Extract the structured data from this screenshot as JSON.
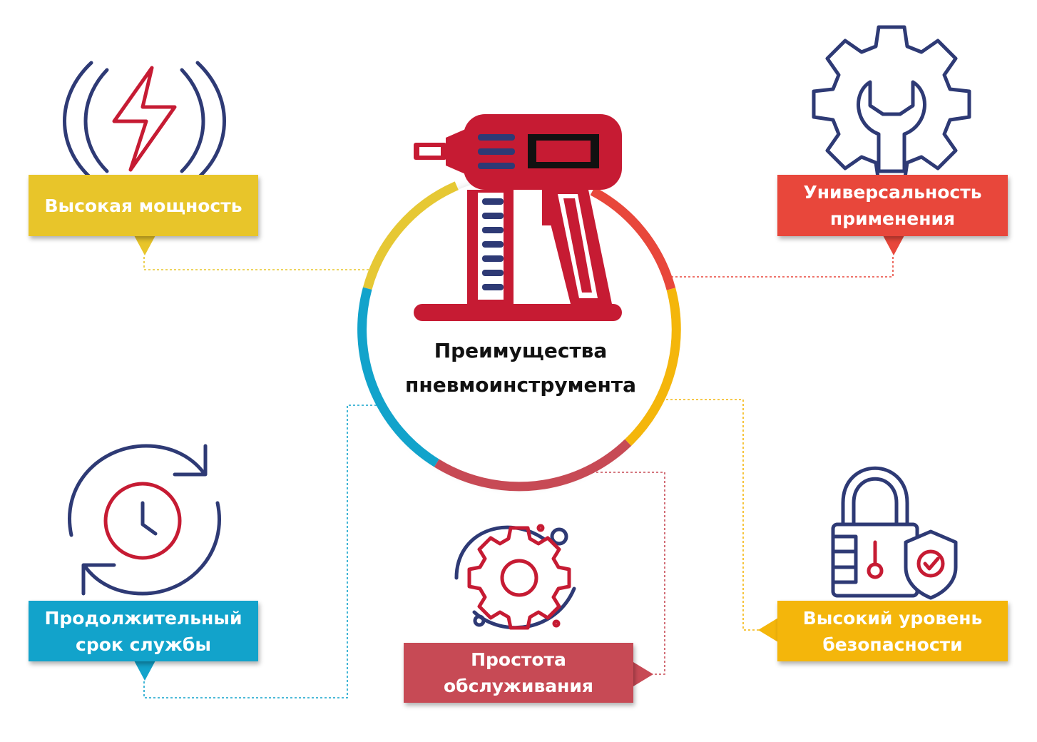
{
  "center": {
    "title": "Преимущества\nпневмоинструмента",
    "icon": "pneumatic-drill-icon"
  },
  "benefits": [
    {
      "id": "power",
      "label": "Высокая мощность",
      "icon": "lightning-vibration-icon",
      "color": "#E8C52A"
    },
    {
      "id": "versatility",
      "label": "Универсальность\nприменения",
      "icon": "gear-wrench-icon",
      "color": "#E8473B"
    },
    {
      "id": "lifespan",
      "label": "Продолжительный\nсрок службы",
      "icon": "clock-cycle-icon",
      "color": "#12A3CB"
    },
    {
      "id": "maintenance",
      "label": "Простота\nобслуживания",
      "icon": "gear-orbit-icon",
      "color": "#C74A55"
    },
    {
      "id": "safety",
      "label": "Высокий уровень\nбезопасности",
      "icon": "lock-shield-icon",
      "color": "#F4B60B"
    }
  ],
  "colors": {
    "navy": "#2E3A75",
    "red": "#C61B33",
    "ring_yellow": "#E6C834",
    "ring_red": "#E8473B",
    "ring_amber": "#F4B60B",
    "ring_rose": "#C74A55",
    "ring_blue": "#12A3CB"
  }
}
